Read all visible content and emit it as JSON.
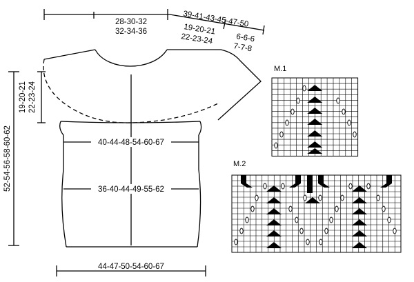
{
  "measurements": {
    "top_shoulder_line1": "28-30-32",
    "top_shoulder_line2": "32-34-36",
    "sleeve_total": "39-41-43-45-47-50",
    "sleeve_mid_line1": "19-20-21",
    "sleeve_mid_line2": "22-23-24",
    "sleeve_end_line1": "6-6-6",
    "sleeve_end_line2": "7-7-8",
    "total_length": "52-54-56-58-60-62",
    "armhole_line1": "19-20-21",
    "armhole_line2": "22-23-24",
    "chest_width": "40-44-48-54-60-67",
    "waist_width": "36-40-44-49-55-62",
    "hem_width": "44-47-50-54-60-67"
  },
  "charts": {
    "m1_title": "M.1",
    "m2_title": "M.2"
  }
}
